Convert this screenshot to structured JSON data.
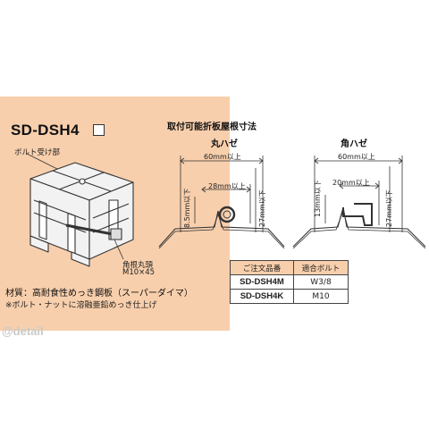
{
  "product": {
    "model": "SD-DSH4",
    "bolt_label": "ボルト受け部",
    "bolt_spec_line1": "角根丸頭",
    "bolt_spec_line2": "M10×45",
    "material": "材質：高耐食性めっき鋼板（スーパーダイマ）",
    "note": "※ボルト・ナットに溶融亜鉛めっき仕上げ"
  },
  "dimensions": {
    "title": "取付可能折板屋根寸法",
    "round": {
      "title": "丸ハゼ",
      "width": "60mm以上",
      "inner": "28mm以上",
      "height_left": "8.5mm以下",
      "height_right": "27mm以下"
    },
    "square": {
      "title": "角ハゼ",
      "width": "60mm以上",
      "inner": "20mm以上",
      "height_left": "13mm以下",
      "height_right": "27mm以下"
    }
  },
  "order_table": {
    "headers": [
      "ご注文品番",
      "適合ボルト"
    ],
    "rows": [
      {
        "code": "SD-DSH4M",
        "bolt": "W3/8"
      },
      {
        "code": "SD-DSH4K",
        "bolt": "M10"
      }
    ]
  },
  "watermark": "@detail",
  "colors": {
    "panel": "#f8cfac",
    "line": "#333333"
  }
}
